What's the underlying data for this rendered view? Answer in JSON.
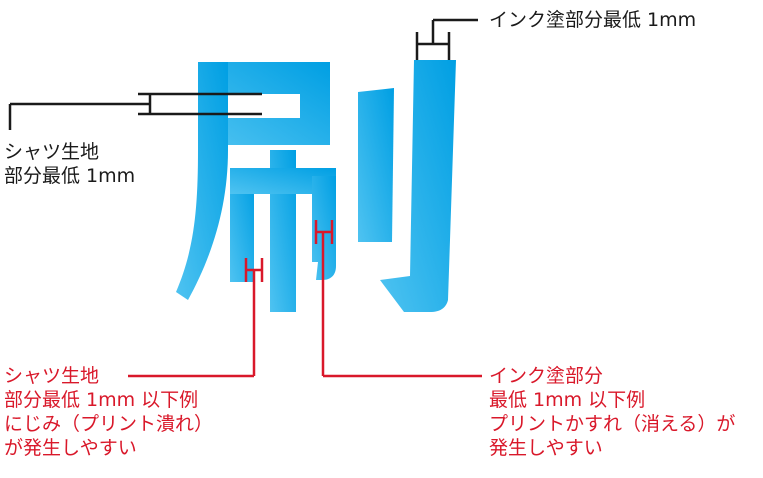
{
  "diagram": {
    "glyph": "刷",
    "glyph_gradient": [
      "#4fc3f1",
      "#009fe3"
    ],
    "line_colors": {
      "reference": "#1a1a1a",
      "warning": "#d9182a"
    },
    "labels": {
      "top_right": "インク塗部分最低 1mm",
      "left": [
        "シャツ生地",
        "部分最低 1mm"
      ],
      "bottom_left": [
        "シャツ生地",
        "部分最低 1mm 以下例",
        "にじみ（プリント潰れ）",
        "が発生しやすい"
      ],
      "bottom_right": [
        "インク塗部分",
        "最低 1mm 以下例",
        "プリントかすれ（消える）が",
        "発生しやすい"
      ]
    }
  }
}
